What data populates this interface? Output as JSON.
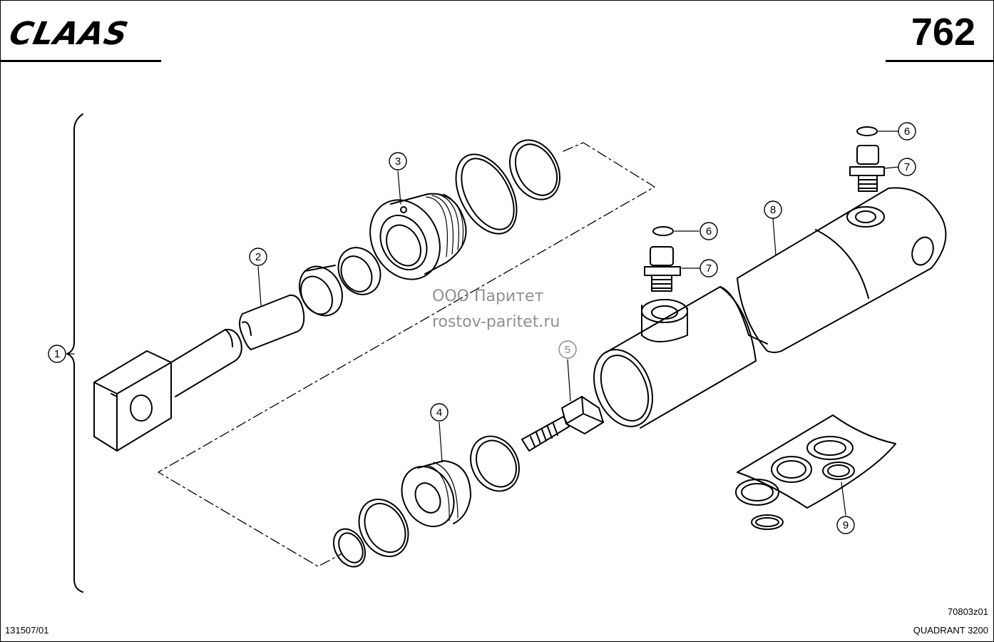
{
  "header": {
    "brand": "CLAAS",
    "page_number": "762"
  },
  "watermark": {
    "line1": "ООО Паритет",
    "line2": "rostov-paritet.ru"
  },
  "callouts": [
    {
      "label": "1"
    },
    {
      "label": "2"
    },
    {
      "label": "3"
    },
    {
      "label": "4"
    },
    {
      "label": "5"
    },
    {
      "label": "6"
    },
    {
      "label": "7"
    },
    {
      "label": "6"
    },
    {
      "label": "7"
    },
    {
      "label": "8"
    },
    {
      "label": "9"
    }
  ],
  "footer": {
    "doc_code": "131507/01",
    "ref_code": "70803z01",
    "model": "QUADRANT 3200"
  }
}
